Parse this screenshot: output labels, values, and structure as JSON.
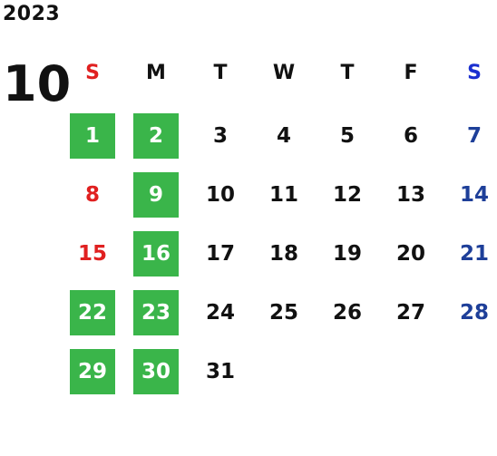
{
  "year": "2023",
  "month": "10",
  "colors": {
    "highlight_bg": "#3ab54a",
    "highlight_text": "#ffffff",
    "sunday": "#e02020",
    "saturday_header": "#1a2fd0",
    "saturday": "#1e3f99",
    "default": "#111111"
  },
  "weekdays": [
    "S",
    "M",
    "T",
    "W",
    "T",
    "F",
    "S"
  ],
  "weeks": [
    [
      "1",
      "2",
      "3",
      "4",
      "5",
      "6",
      "7"
    ],
    [
      "8",
      "9",
      "10",
      "11",
      "12",
      "13",
      "14"
    ],
    [
      "15",
      "16",
      "17",
      "18",
      "19",
      "20",
      "21"
    ],
    [
      "22",
      "23",
      "24",
      "25",
      "26",
      "27",
      "28"
    ],
    [
      "29",
      "30",
      "31",
      "",
      "",
      "",
      ""
    ]
  ],
  "highlighted_days": [
    "1",
    "2",
    "9",
    "16",
    "22",
    "23",
    "29",
    "30"
  ]
}
